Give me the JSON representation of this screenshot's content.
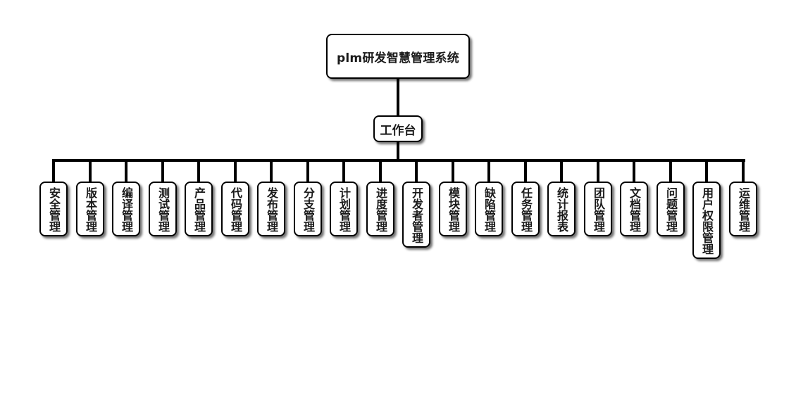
{
  "diagram": {
    "root": {
      "label": "plm研发智慧管理系统"
    },
    "hub": {
      "label": "工作台"
    },
    "leaves": [
      {
        "label": "安全管理"
      },
      {
        "label": "版本管理"
      },
      {
        "label": "编译管理"
      },
      {
        "label": "测试管理"
      },
      {
        "label": "产品管理"
      },
      {
        "label": "代码管理"
      },
      {
        "label": "发布管理"
      },
      {
        "label": "分支管理"
      },
      {
        "label": "计划管理"
      },
      {
        "label": "进度管理"
      },
      {
        "label": "开发者管理"
      },
      {
        "label": "模块管理"
      },
      {
        "label": "缺陷管理"
      },
      {
        "label": "任务管理"
      },
      {
        "label": "统计报表"
      },
      {
        "label": "团队管理"
      },
      {
        "label": "文档管理"
      },
      {
        "label": "问题管理"
      },
      {
        "label": "用户权限管理"
      },
      {
        "label": "运维管理"
      }
    ]
  }
}
